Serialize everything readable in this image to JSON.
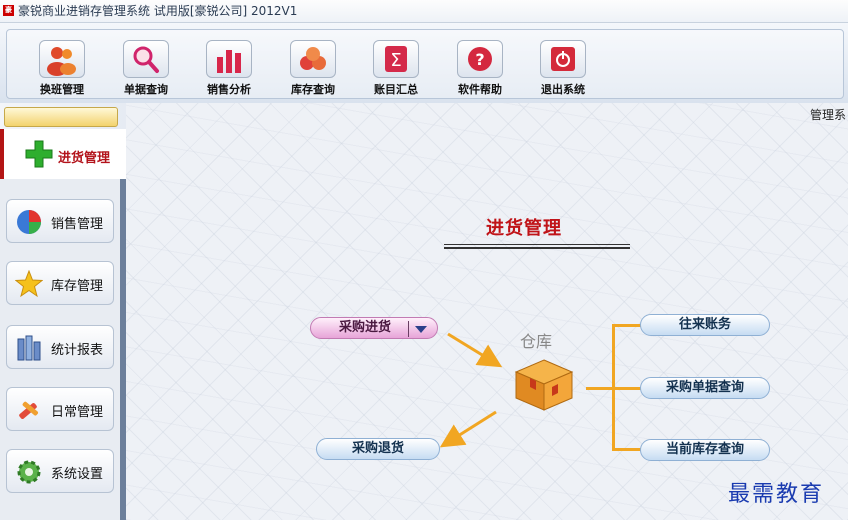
{
  "titlebar": {
    "app_icon": "豪",
    "title": "豪锐商业进销存管理系统 试用版[豪锐公司] 2012V1"
  },
  "toolbar": {
    "buttons": [
      {
        "label": "换班管理",
        "icon": "users-icon"
      },
      {
        "label": "单据查询",
        "icon": "search-icon"
      },
      {
        "label": "销售分析",
        "icon": "bar-chart-icon"
      },
      {
        "label": "库存查询",
        "icon": "cubes-icon"
      },
      {
        "label": "账目汇总",
        "icon": "sigma-icon"
      },
      {
        "label": "软件帮助",
        "icon": "help-icon"
      },
      {
        "label": "退出系统",
        "icon": "power-icon"
      }
    ]
  },
  "leftnav": {
    "active": {
      "label": "进货管理",
      "icon": "plus-icon",
      "icon_color": "#2eae2e"
    },
    "items": [
      {
        "label": "销售管理",
        "icon": "pie-chart-icon"
      },
      {
        "label": "库存管理",
        "icon": "star-icon"
      },
      {
        "label": "统计报表",
        "icon": "bars-icon"
      },
      {
        "label": "日常管理",
        "icon": "tools-icon"
      },
      {
        "label": "系统设置",
        "icon": "gear-icon"
      }
    ]
  },
  "main": {
    "corner_text": "管理系",
    "section_title": "进货管理",
    "purchase_in": "采购进货",
    "purchase_return": "采购退货",
    "warehouse": "仓库",
    "links": [
      "往来账务",
      "采购单据查询",
      "当前库存查询"
    ]
  },
  "watermark": "最需教育",
  "colors": {
    "accent_red": "#c01318",
    "arrow_orange": "#f1a622",
    "sidebar_border": "#6c7f9b"
  }
}
